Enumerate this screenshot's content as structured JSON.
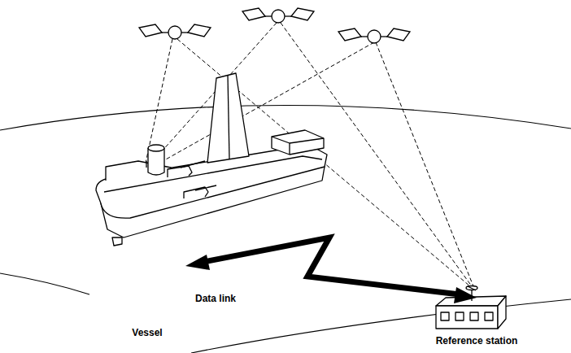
{
  "diagram": {
    "labels": [
      "Vessel",
      "Data link",
      "Reference station"
    ]
  }
}
